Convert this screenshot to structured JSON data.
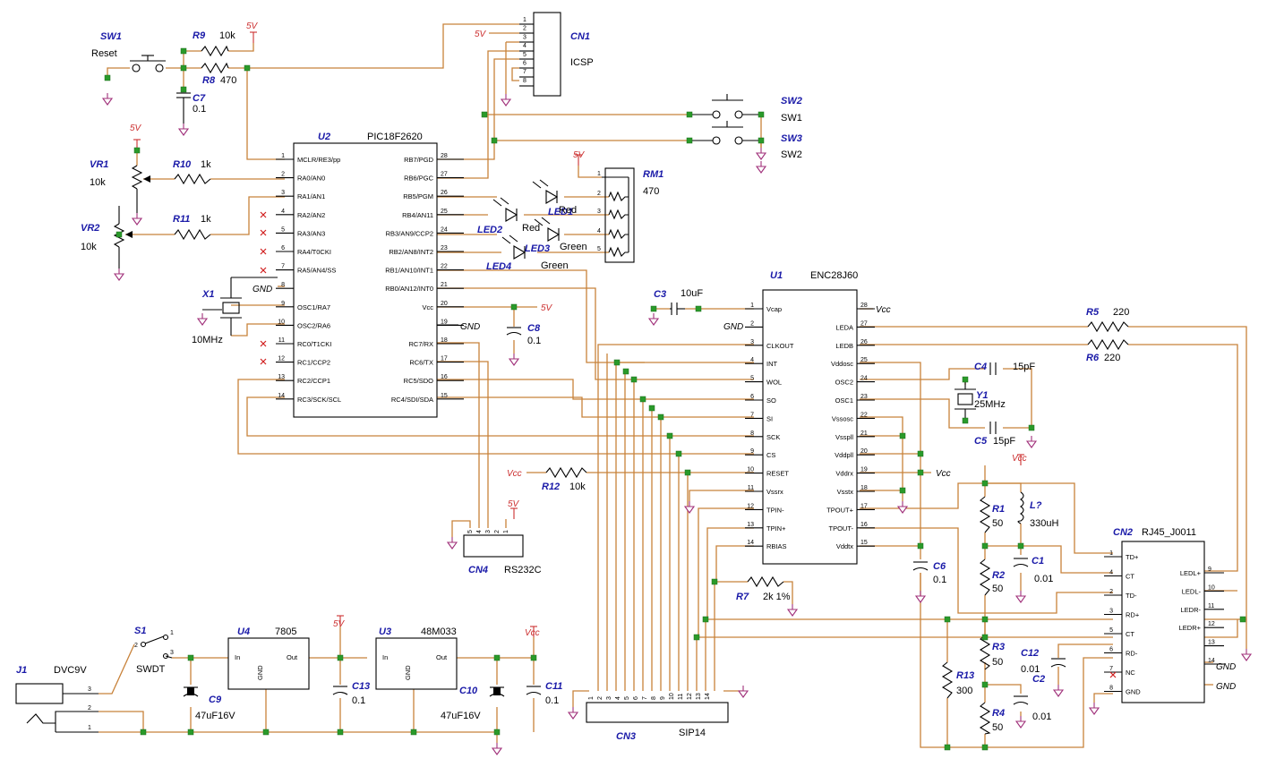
{
  "components": {
    "sw1": {
      "ref": "SW1",
      "value": "Reset"
    },
    "r9": {
      "ref": "R9",
      "value": "10k"
    },
    "r8": {
      "ref": "R8",
      "value": "470"
    },
    "c7": {
      "ref": "C7",
      "value": "0.1"
    },
    "cn1": {
      "ref": "CN1",
      "value": "ICSP",
      "pins": [
        "1",
        "2",
        "3",
        "4",
        "5",
        "6",
        "7",
        "8"
      ]
    },
    "sw2": {
      "ref": "SW2",
      "value": "SW1"
    },
    "sw3": {
      "ref": "SW3",
      "value": "SW2"
    },
    "rm1": {
      "ref": "RM1",
      "value": "470",
      "pins": [
        "1",
        "2",
        "3",
        "4",
        "5"
      ]
    },
    "led1": {
      "ref": "LED1",
      "value": "Red"
    },
    "led2": {
      "ref": "LED2",
      "value": "Red"
    },
    "led3": {
      "ref": "LED3",
      "value": "Green"
    },
    "led4": {
      "ref": "LED4",
      "value": "Green"
    },
    "vr1": {
      "ref": "VR1",
      "value": "10k"
    },
    "vr2": {
      "ref": "VR2",
      "value": "10k"
    },
    "r10": {
      "ref": "R10",
      "value": "1k"
    },
    "r11": {
      "ref": "R11",
      "value": "1k"
    },
    "x1": {
      "ref": "X1",
      "value": "10MHz"
    },
    "c8": {
      "ref": "C8",
      "value": "0.1"
    },
    "cn4": {
      "ref": "CN4",
      "value": "RS232C",
      "pins": [
        "5",
        "4",
        "3",
        "2",
        "1"
      ]
    },
    "c3": {
      "ref": "C3",
      "value": "10uF"
    },
    "c4": {
      "ref": "C4",
      "value": "15pF"
    },
    "c5": {
      "ref": "C5",
      "value": "15pF"
    },
    "y1": {
      "ref": "Y1",
      "value": "25MHz"
    },
    "r5": {
      "ref": "R5",
      "value": "220"
    },
    "r6": {
      "ref": "R6",
      "value": "220"
    },
    "r12": {
      "ref": "R12",
      "value": "10k"
    },
    "r7": {
      "ref": "R7",
      "value": "2k 1%"
    },
    "c6": {
      "ref": "C6",
      "value": "0.1"
    },
    "r1": {
      "ref": "R1",
      "value": "50"
    },
    "r2": {
      "ref": "R2",
      "value": "50"
    },
    "r3": {
      "ref": "R3",
      "value": "50"
    },
    "r4": {
      "ref": "R4",
      "value": "50"
    },
    "l1": {
      "ref": "L?",
      "value": "330uH"
    },
    "c1": {
      "ref": "C1",
      "value": "0.01"
    },
    "c2": {
      "ref": "C2",
      "value": "0.01"
    },
    "c12": {
      "ref": "C12",
      "value": "0.01"
    },
    "r13": {
      "ref": "R13",
      "value": "300"
    },
    "cn3": {
      "ref": "CN3",
      "value": "SIP14",
      "pins": [
        "1",
        "2",
        "3",
        "4",
        "5",
        "6",
        "7",
        "8",
        "9",
        "10",
        "11",
        "12",
        "13",
        "14"
      ]
    },
    "j1": {
      "ref": "J1",
      "value": "DVC9V",
      "pins": [
        "3",
        "2",
        "1"
      ]
    },
    "s1": {
      "ref": "S1",
      "value": "SWDT",
      "pins": [
        "1",
        "2",
        "3"
      ]
    },
    "u4": {
      "ref": "U4",
      "value": "7805",
      "pins": [
        "In",
        "GND",
        "Out"
      ]
    },
    "c9": {
      "ref": "C9",
      "value": "47uF16V"
    },
    "c13": {
      "ref": "C13",
      "value": "0.1"
    },
    "u3": {
      "ref": "U3",
      "value": "48M033",
      "pins": [
        "In",
        "GND",
        "Out"
      ]
    },
    "c10": {
      "ref": "C10",
      "value": "47uF16V"
    },
    "c11": {
      "ref": "C11",
      "value": "0.1"
    }
  },
  "u2": {
    "ref": "U2",
    "value": "PIC18F2620",
    "left": [
      {
        "num": "1",
        "name": "MCLR/RE3/pp"
      },
      {
        "num": "2",
        "name": "RA0/AN0"
      },
      {
        "num": "3",
        "name": "RA1/AN1"
      },
      {
        "num": "4",
        "name": "RA2/AN2"
      },
      {
        "num": "5",
        "name": "RA3/AN3"
      },
      {
        "num": "6",
        "name": "RA4/T0CKI"
      },
      {
        "num": "7",
        "name": "RA5/AN4/SS"
      },
      {
        "num": "8",
        "name": ""
      },
      {
        "num": "9",
        "name": "OSC1/RA7"
      },
      {
        "num": "10",
        "name": "OSC2/RA6"
      },
      {
        "num": "11",
        "name": "RC0/T1CKI"
      },
      {
        "num": "12",
        "name": "RC1/CCP2"
      },
      {
        "num": "13",
        "name": "RC2/CCP1"
      },
      {
        "num": "14",
        "name": "RC3/SCK/SCL"
      }
    ],
    "right": [
      {
        "num": "28",
        "name": "RB7/PGD"
      },
      {
        "num": "27",
        "name": "RB6/PGC"
      },
      {
        "num": "26",
        "name": "RB5/PGM"
      },
      {
        "num": "25",
        "name": "RB4/AN11"
      },
      {
        "num": "24",
        "name": "RB3/AN9/CCP2"
      },
      {
        "num": "23",
        "name": "RB2/AN8/INT2"
      },
      {
        "num": "22",
        "name": "RB1/AN10/INT1"
      },
      {
        "num": "21",
        "name": "RB0/AN12/INT0"
      },
      {
        "num": "20",
        "name": "Vcc"
      },
      {
        "num": "19",
        "name": ""
      },
      {
        "num": "18",
        "name": "RC7/RX"
      },
      {
        "num": "17",
        "name": "RC6/TX"
      },
      {
        "num": "16",
        "name": "RC5/SDO"
      },
      {
        "num": "15",
        "name": "RC4/SDI/SDA"
      }
    ]
  },
  "u1": {
    "ref": "U1",
    "value": "ENC28J60",
    "left": [
      {
        "num": "1",
        "name": "Vcap"
      },
      {
        "num": "2",
        "name": ""
      },
      {
        "num": "3",
        "name": "CLKOUT"
      },
      {
        "num": "4",
        "name": "INT"
      },
      {
        "num": "5",
        "name": "WOL"
      },
      {
        "num": "6",
        "name": "SO"
      },
      {
        "num": "7",
        "name": "SI"
      },
      {
        "num": "8",
        "name": "SCK"
      },
      {
        "num": "9",
        "name": "CS"
      },
      {
        "num": "10",
        "name": "RESET"
      },
      {
        "num": "11",
        "name": "Vssrx"
      },
      {
        "num": "12",
        "name": "TPIN-"
      },
      {
        "num": "13",
        "name": "TPIN+"
      },
      {
        "num": "14",
        "name": "RBIAS"
      }
    ],
    "right": [
      {
        "num": "28",
        "name": ""
      },
      {
        "num": "27",
        "name": "LEDA"
      },
      {
        "num": "26",
        "name": "LEDB"
      },
      {
        "num": "25",
        "name": "Vddosc"
      },
      {
        "num": "24",
        "name": "OSC2"
      },
      {
        "num": "23",
        "name": "OSC1"
      },
      {
        "num": "22",
        "name": "Vssosc"
      },
      {
        "num": "21",
        "name": "Vsspll"
      },
      {
        "num": "20",
        "name": "Vddpll"
      },
      {
        "num": "19",
        "name": "Vddrx"
      },
      {
        "num": "18",
        "name": "Vsstx"
      },
      {
        "num": "17",
        "name": "TPOUT+"
      },
      {
        "num": "16",
        "name": "TPOUT-"
      },
      {
        "num": "15",
        "name": "Vddtx"
      }
    ]
  },
  "cn2": {
    "ref": "CN2",
    "value": "RJ45_J0011",
    "left": [
      {
        "num": "1",
        "name": "TD+"
      },
      {
        "num": "4",
        "name": "CT"
      },
      {
        "num": "2",
        "name": "TD-"
      },
      {
        "num": "3",
        "name": "RD+"
      },
      {
        "num": "5",
        "name": "CT"
      },
      {
        "num": "6",
        "name": "RD-"
      },
      {
        "num": "7",
        "name": "NC"
      },
      {
        "num": "8",
        "name": "GND"
      }
    ],
    "right": [
      {
        "num": "9",
        "name": "LEDL+"
      },
      {
        "num": "10",
        "name": "LEDL-"
      },
      {
        "num": "11",
        "name": "LEDR-"
      },
      {
        "num": "12",
        "name": "LEDR+"
      },
      {
        "num": "13",
        "name": ""
      },
      {
        "num": "14",
        "name": ""
      }
    ]
  },
  "nets": {
    "gnd": "GND",
    "vcc": "Vcc",
    "v5": "5V"
  }
}
